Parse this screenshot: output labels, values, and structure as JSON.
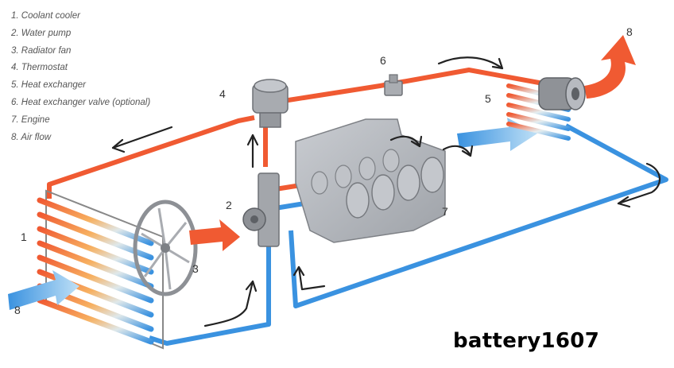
{
  "legend": [
    "1. Coolant cooler",
    "2. Water pump",
    "3. Radiator fan",
    "4. Thermostat",
    "5. Heat exchanger",
    "6. Heat exchanger valve (optional)",
    "7. Engine",
    "8. Air flow"
  ],
  "callouts": {
    "coolant_cooler": "1",
    "water_pump": "2",
    "radiator_fan": "3",
    "thermostat": "4",
    "heat_exchanger": "5",
    "heat_exchanger_valve": "6",
    "engine": "7",
    "air_flow_in": "8",
    "air_flow_out": "8"
  },
  "watermark": "battery1607",
  "colors": {
    "hot": "#f05a32",
    "cold": "#3a92e0",
    "arrow": "#222222",
    "component_gray": "#9a9ca1"
  }
}
